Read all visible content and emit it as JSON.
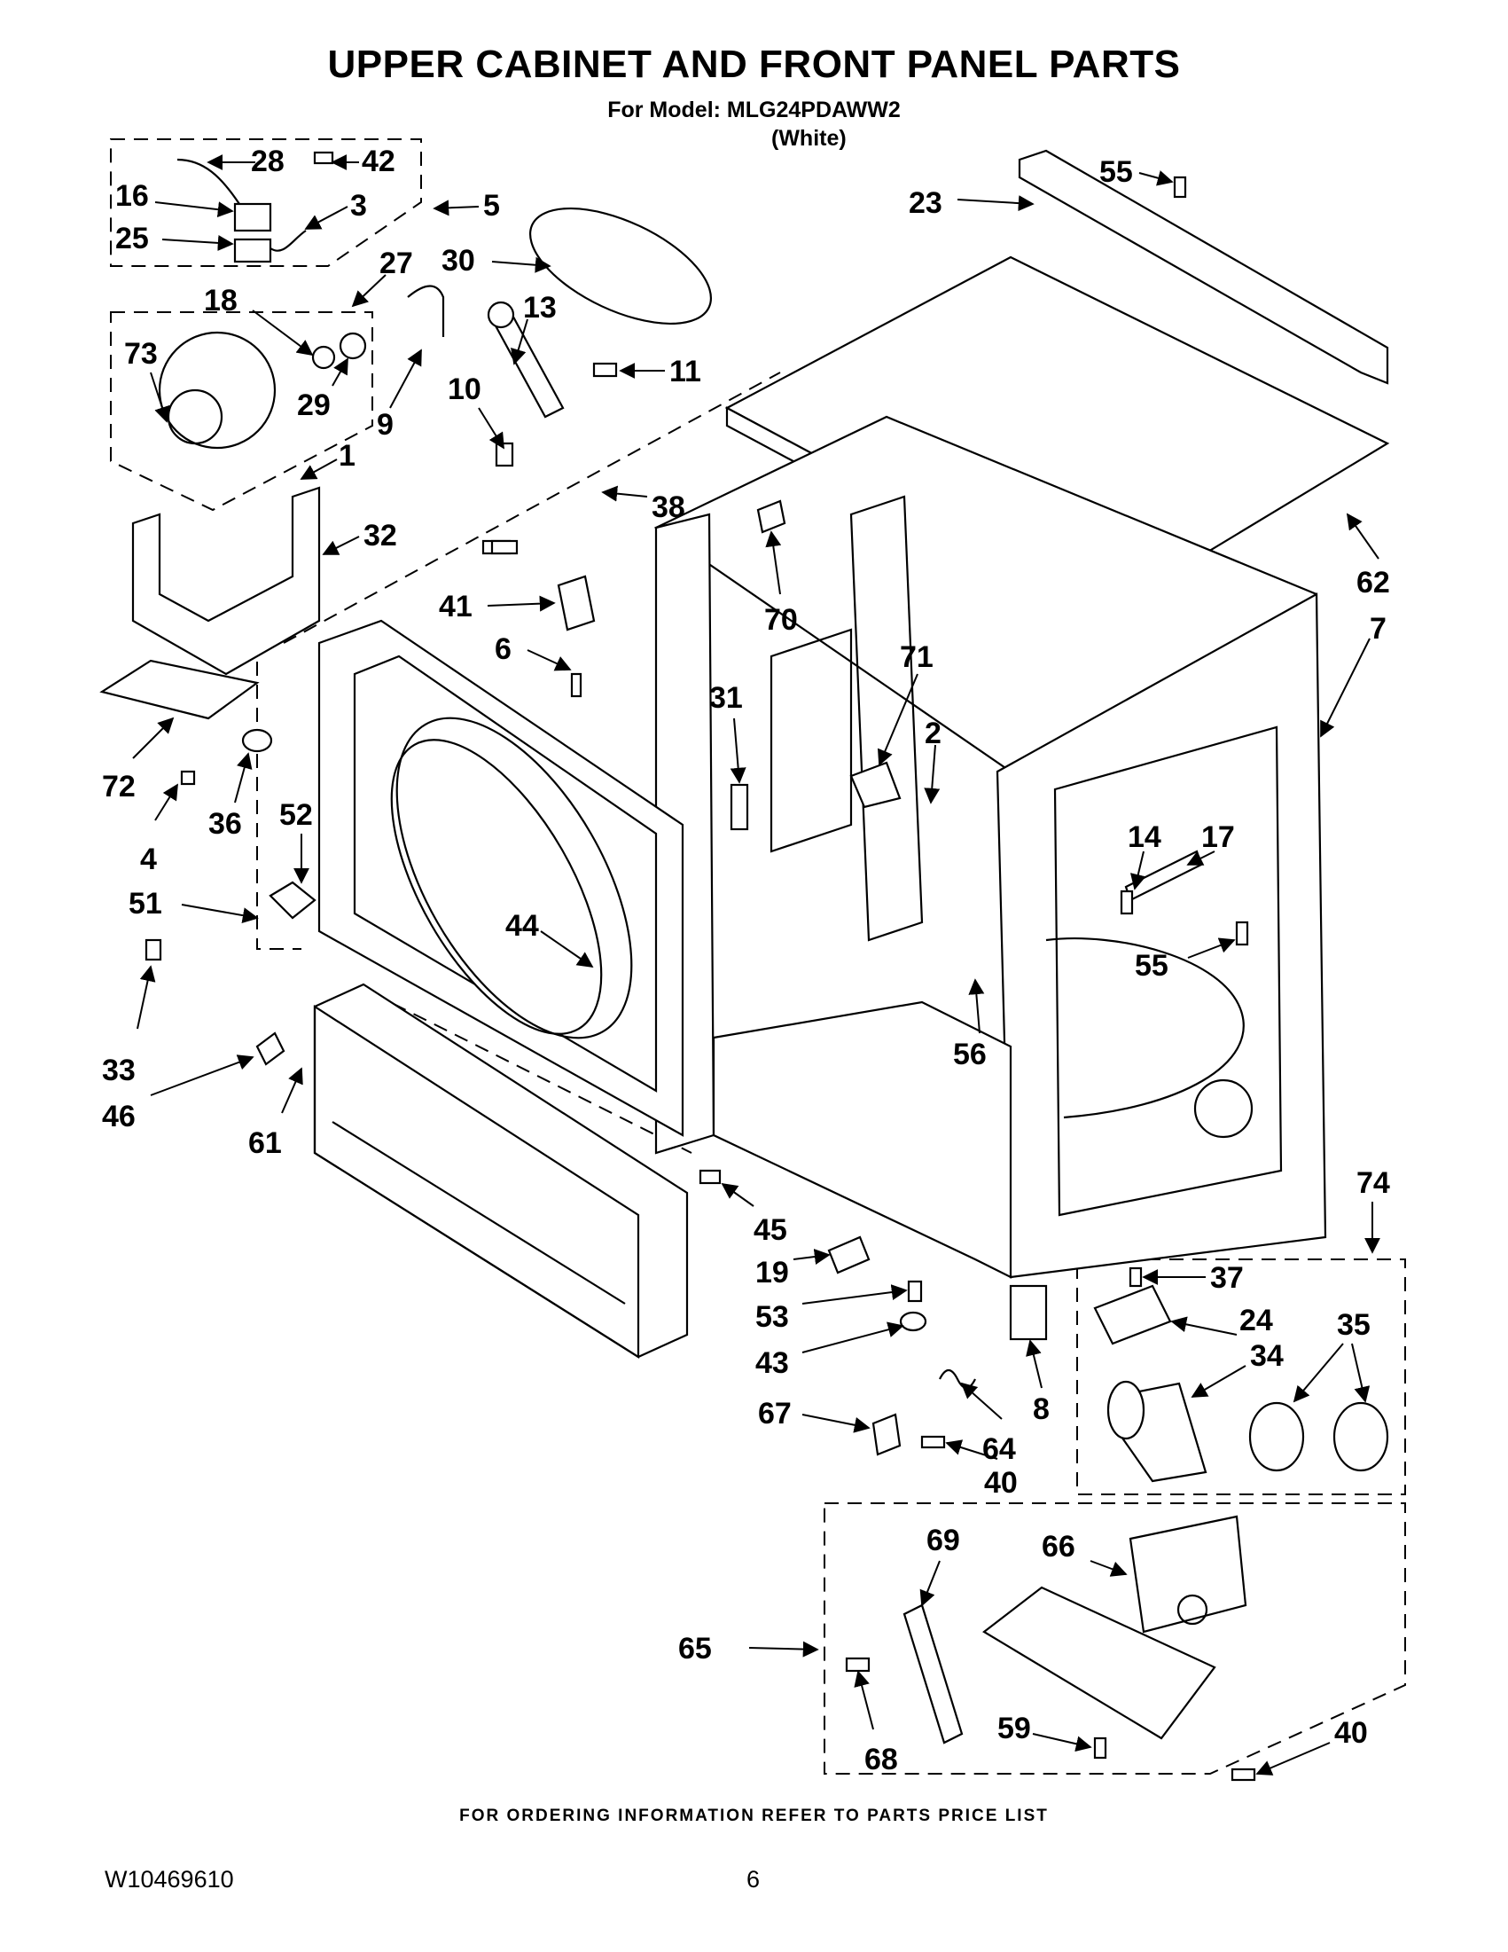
{
  "header": {
    "title": "UPPER CABINET AND FRONT PANEL PARTS",
    "model_line": "For Model: MLG24PDAWW2",
    "color_line": "(White)"
  },
  "footer": {
    "ordering_note": "FOR ORDERING INFORMATION REFER TO PARTS PRICE LIST",
    "document_number": "W10469610",
    "page_number": "6"
  },
  "callouts": [
    {
      "num": "28"
    },
    {
      "num": "42"
    },
    {
      "num": "16"
    },
    {
      "num": "3"
    },
    {
      "num": "5"
    },
    {
      "num": "25"
    },
    {
      "num": "27"
    },
    {
      "num": "30"
    },
    {
      "num": "13"
    },
    {
      "num": "18"
    },
    {
      "num": "73"
    },
    {
      "num": "29"
    },
    {
      "num": "9"
    },
    {
      "num": "10"
    },
    {
      "num": "11"
    },
    {
      "num": "1"
    },
    {
      "num": "32"
    },
    {
      "num": "38"
    },
    {
      "num": "41"
    },
    {
      "num": "6"
    },
    {
      "num": "72"
    },
    {
      "num": "4"
    },
    {
      "num": "36"
    },
    {
      "num": "52"
    },
    {
      "num": "51"
    },
    {
      "num": "44"
    },
    {
      "num": "33"
    },
    {
      "num": "46"
    },
    {
      "num": "61"
    },
    {
      "num": "45"
    },
    {
      "num": "19"
    },
    {
      "num": "53"
    },
    {
      "num": "43"
    },
    {
      "num": "67"
    },
    {
      "num": "40"
    },
    {
      "num": "64"
    },
    {
      "num": "8"
    },
    {
      "num": "23"
    },
    {
      "num": "55"
    },
    {
      "num": "62"
    },
    {
      "num": "7"
    },
    {
      "num": "70"
    },
    {
      "num": "31"
    },
    {
      "num": "71"
    },
    {
      "num": "2"
    },
    {
      "num": "14"
    },
    {
      "num": "17"
    },
    {
      "num": "55"
    },
    {
      "num": "56"
    },
    {
      "num": "74"
    },
    {
      "num": "37"
    },
    {
      "num": "24"
    },
    {
      "num": "35"
    },
    {
      "num": "34"
    },
    {
      "num": "69"
    },
    {
      "num": "66"
    },
    {
      "num": "65"
    },
    {
      "num": "68"
    },
    {
      "num": "59"
    },
    {
      "num": "40"
    }
  ]
}
